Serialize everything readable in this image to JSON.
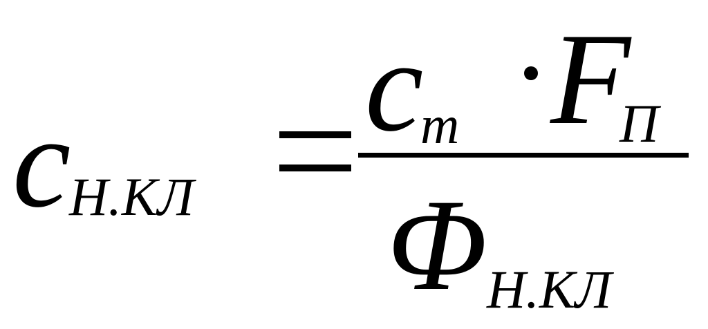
{
  "formula": {
    "lhs": {
      "variable": "c",
      "subscript": "Н.КЛ"
    },
    "operator": "=",
    "numerator": {
      "term1": {
        "variable": "c",
        "subscript": "т"
      },
      "operator": "·",
      "term2": {
        "variable": "F",
        "subscript": "П"
      }
    },
    "denominator": {
      "variable": "Φ",
      "subscript": "Н.КЛ"
    }
  }
}
